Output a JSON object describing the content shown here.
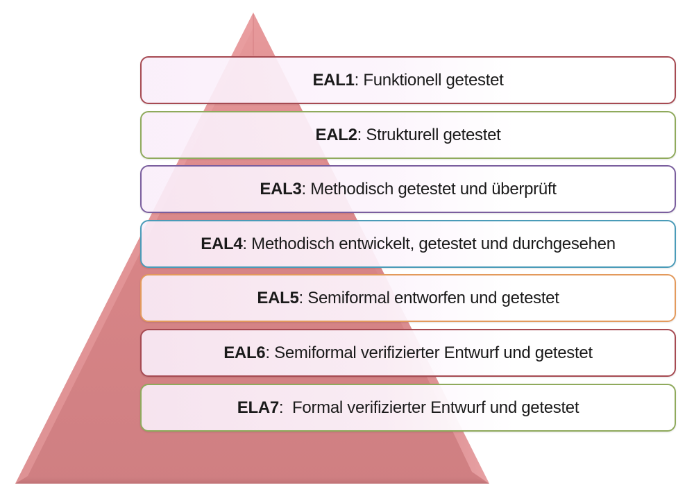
{
  "diagram": {
    "type": "pyramid",
    "pyramid_color": "#d88587",
    "levels": [
      {
        "code": "EAL1",
        "separator": ": ",
        "description": "Funktionell getestet",
        "border_color": "#a64a52"
      },
      {
        "code": "EAL2",
        "separator": ": ",
        "description": "Strukturell getestet",
        "border_color": "#8faa5c"
      },
      {
        "code": "EAL3",
        "separator": ": ",
        "description": "Methodisch getestet und überprüft",
        "border_color": "#7a5e9e"
      },
      {
        "code": "EAL4",
        "separator": ": ",
        "description": "Methodisch entwickelt, getestet und durchgesehen",
        "border_color": "#4a9bb8"
      },
      {
        "code": "EAL5",
        "separator": ": ",
        "description": "Semiformal entworfen und getestet",
        "border_color": "#e39a5c"
      },
      {
        "code": "EAL6",
        "separator": ": ",
        "description": "Semiformal verifizierter Entwurf und getestet",
        "border_color": "#a64a52"
      },
      {
        "code": "ELA7",
        "separator": ":  ",
        "description": "Formal verifizierter Entwurf und getestet",
        "border_color": "#8faa5c"
      }
    ]
  }
}
